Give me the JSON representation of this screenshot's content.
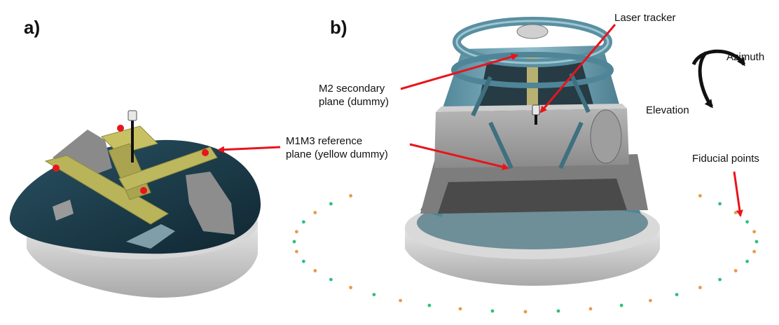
{
  "panels": {
    "a_label": "a)",
    "b_label": "b)"
  },
  "callouts": {
    "m1m3": {
      "line1": "M1M3 reference",
      "line2": "plane (yellow dummy)"
    },
    "m2": {
      "line1": "M2 secondary",
      "line2": "plane (dummy)"
    },
    "laser_tracker": "Laser tracker",
    "azimuth": "Azimuth",
    "elevation": "Elevation",
    "fiducial_points": "Fiducial points"
  },
  "colors": {
    "arrow": "#e8141c",
    "fiducial_green": "#2fc07a",
    "fiducial_orange": "#e89a4a",
    "structure_blue": "#5a8fa0",
    "dark_floor": "#1e3b47",
    "yellow_dummy": "#b9b35a",
    "base_gray": "#c8c8c8"
  }
}
